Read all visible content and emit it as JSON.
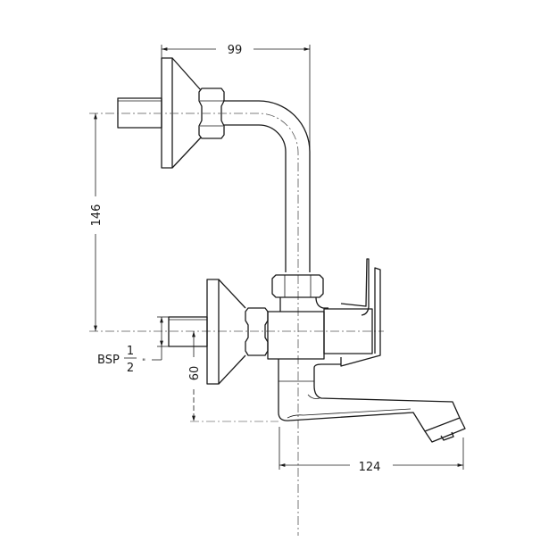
{
  "drawing": {
    "title": "Wall-mounted tap technical drawing",
    "dimensions": {
      "width_top": "99",
      "height_between_inlets": "146",
      "spout_drop": "60",
      "spout_reach": "124"
    },
    "thread_label": {
      "prefix": "BSP",
      "numerator": "1",
      "denominator": "2",
      "unit": "\""
    }
  }
}
